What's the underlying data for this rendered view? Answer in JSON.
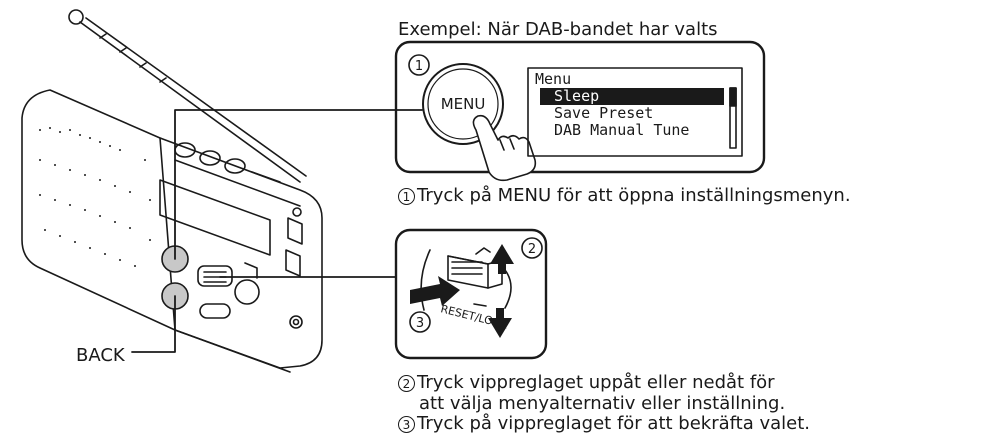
{
  "title": "Exempel: När DAB-bandet har valts",
  "steps": {
    "step1_number": "1",
    "step1_text": "Tryck på MENU för att öppna inställningsmenyn.",
    "step2_number": "2",
    "step2_text_line1": "Tryck vippreglaget uppåt eller nedåt för",
    "step2_text_line2": "att välja menyalternativ eller inställning.",
    "step3_number": "3",
    "step3_text": "Tryck på vippreglaget för att bekräfta valet."
  },
  "menu_button_label": "MENU",
  "display": {
    "header": "Menu",
    "items": [
      "Sleep",
      "Save Preset",
      "DAB Manual Tune"
    ],
    "selected_index": 0
  },
  "switch_label": "RESET/LOCK",
  "back_label": "BACK"
}
